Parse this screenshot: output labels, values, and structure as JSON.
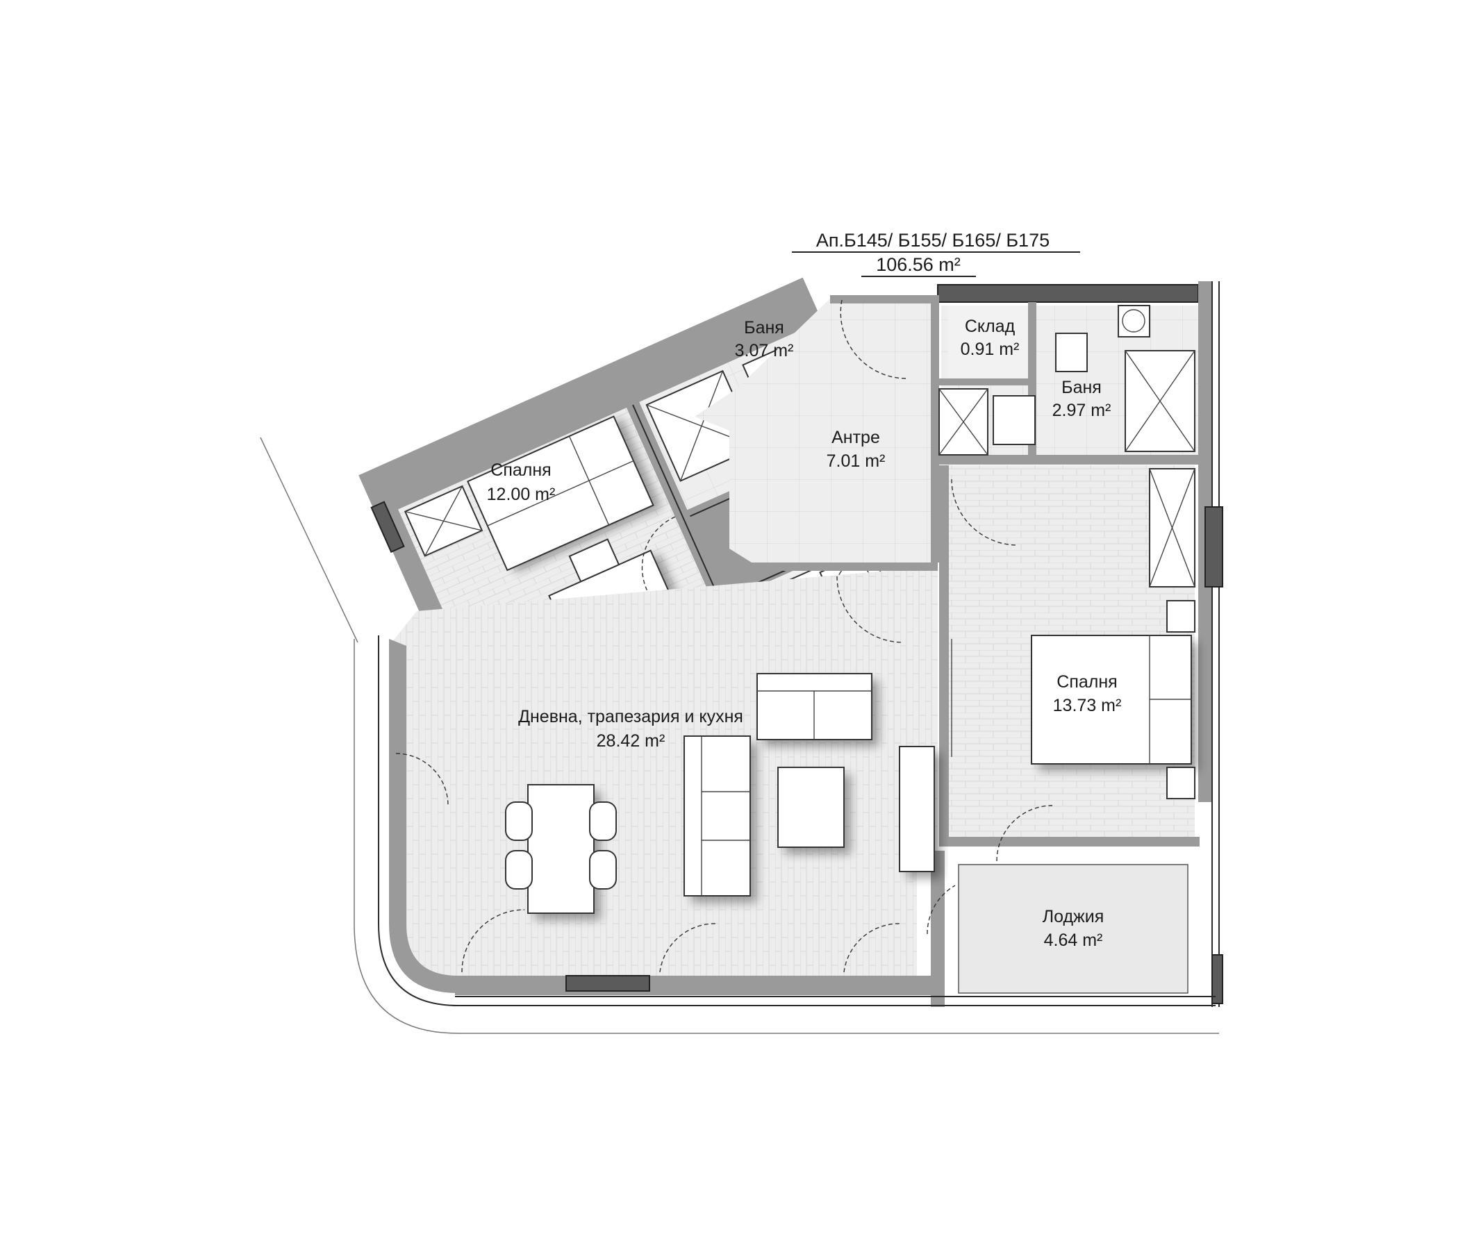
{
  "apartment": {
    "title": "Ап.Б145/ Б155/ Б165/ Б175",
    "total_area": "106.56 m²"
  },
  "rooms": [
    {
      "id": "bath1",
      "name": "Баня",
      "area": "3.07 m²"
    },
    {
      "id": "storage",
      "name": "Склад",
      "area": "0.91 m²"
    },
    {
      "id": "bath2",
      "name": "Баня",
      "area": "2.97 m²"
    },
    {
      "id": "hall",
      "name": "Антре",
      "area": "7.01 m²"
    },
    {
      "id": "bedroom1",
      "name": "Спалня",
      "area": "12.00 m²"
    },
    {
      "id": "bedroom2",
      "name": "Спалня",
      "area": "13.73 m²"
    },
    {
      "id": "living",
      "name": "Дневна, трапезария и кухня",
      "area": "28.42 m²"
    },
    {
      "id": "loggia",
      "name": "Лоджия",
      "area": "4.64 m²"
    }
  ]
}
